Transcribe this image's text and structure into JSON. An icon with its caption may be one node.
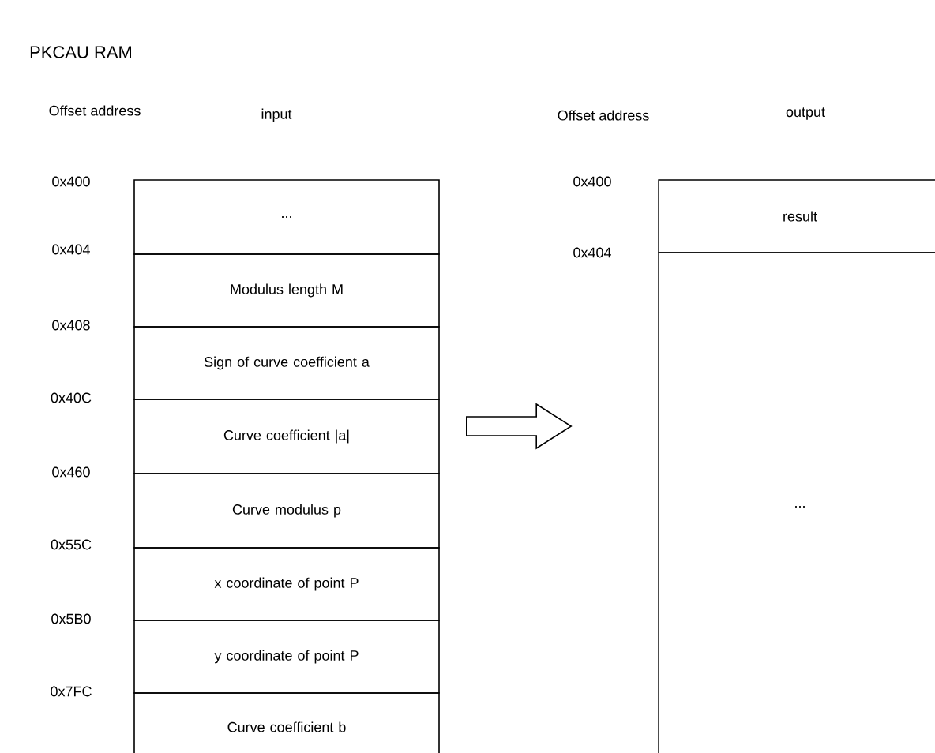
{
  "diagram": {
    "title": "PKCAU RAM",
    "nodes": [
      {
        "text": [
          "..."
        ]
      },
      {
        "text": [
          "Modulus length M"
        ]
      },
      {
        "text": [
          "Sign of curve coefficient a"
        ]
      },
      {
        "text": [
          "Curve coefficient |a|"
        ]
      },
      {
        "text": [
          "Curve modulus p"
        ]
      },
      {
        "text": [
          "x coordinate of point P"
        ]
      },
      {
        "text": [
          "y coordinate of point P"
        ]
      },
      {
        "text": [
          "Curve coefficient b"
        ]
      },
      {
        "text": [
          "result"
        ]
      },
      {
        "text": [
          "..."
        ]
      }
    ],
    "edges": [
      {
        "from": 3,
        "to": 9,
        "arrow": "to"
      }
    ],
    "labels": [
      "Offset address",
      "input",
      "Offset address",
      "output",
      "0x400",
      "0x404",
      "0x408",
      "0x40C",
      "0x460",
      "0x55C",
      "0x5B0",
      "0x7FC",
      "0x400",
      "0x404"
    ]
  }
}
